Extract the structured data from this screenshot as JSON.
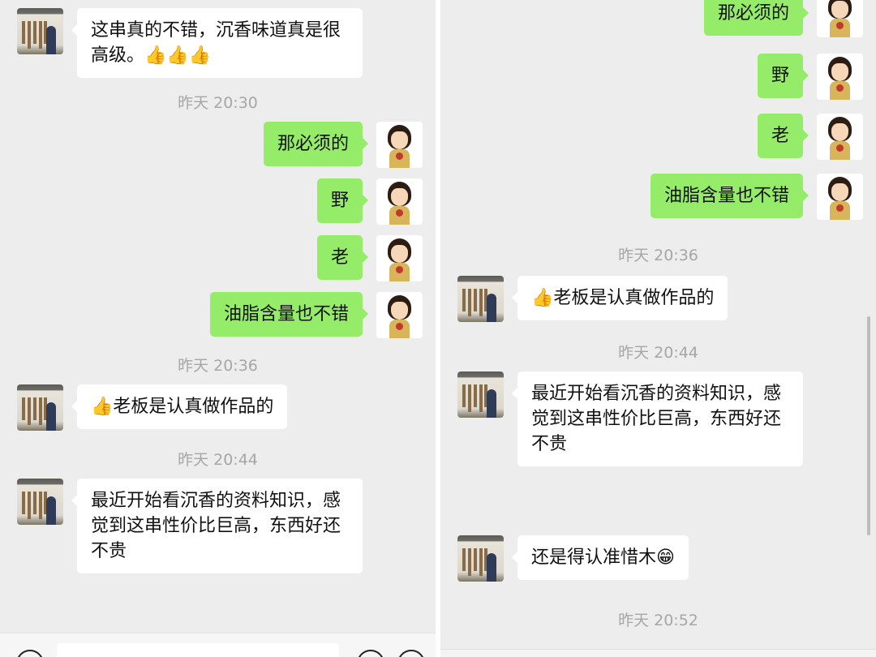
{
  "left": {
    "messages": [
      {
        "type": "recv",
        "text": "这串真的不错，沉香味道真是很高级。👍👍👍"
      },
      {
        "type": "time",
        "text": "昨天 20:30"
      },
      {
        "type": "sent",
        "text": "那必须的"
      },
      {
        "type": "sent",
        "text": "野"
      },
      {
        "type": "sent",
        "text": "老"
      },
      {
        "type": "sent",
        "text": "油脂含量也不错"
      },
      {
        "type": "time",
        "text": "昨天 20:36"
      },
      {
        "type": "recv",
        "text": "👍老板是认真做作品的"
      },
      {
        "type": "time",
        "text": "昨天 20:44"
      },
      {
        "type": "recv",
        "text": "最近开始看沉香的资料知识，感觉到这串性价比巨高，东西好还不贵"
      }
    ]
  },
  "right": {
    "messages": [
      {
        "type": "sent",
        "text": "那必须的"
      },
      {
        "type": "sent",
        "text": "野"
      },
      {
        "type": "sent",
        "text": "老"
      },
      {
        "type": "sent",
        "text": "油脂含量也不错"
      },
      {
        "type": "time",
        "text": "昨天 20:36"
      },
      {
        "type": "recv",
        "text": "👍老板是认真做作品的"
      },
      {
        "type": "time",
        "text": "昨天 20:44"
      },
      {
        "type": "recv",
        "text": "最近开始看沉香的资料知识，感觉到这串性价比巨高，东西好还不贵"
      },
      {
        "type": "recv",
        "text": "还是得认准惜木😁"
      },
      {
        "type": "time",
        "text": "昨天 20:52"
      }
    ]
  },
  "colors": {
    "background": "#ededed",
    "sent_bubble": "#95ec69",
    "recv_bubble": "#ffffff",
    "timestamp": "#a6a6a6"
  },
  "icons": {
    "other_avatar": "contact-avatar-photo",
    "self_avatar": "cartoon-girl-avatar"
  }
}
